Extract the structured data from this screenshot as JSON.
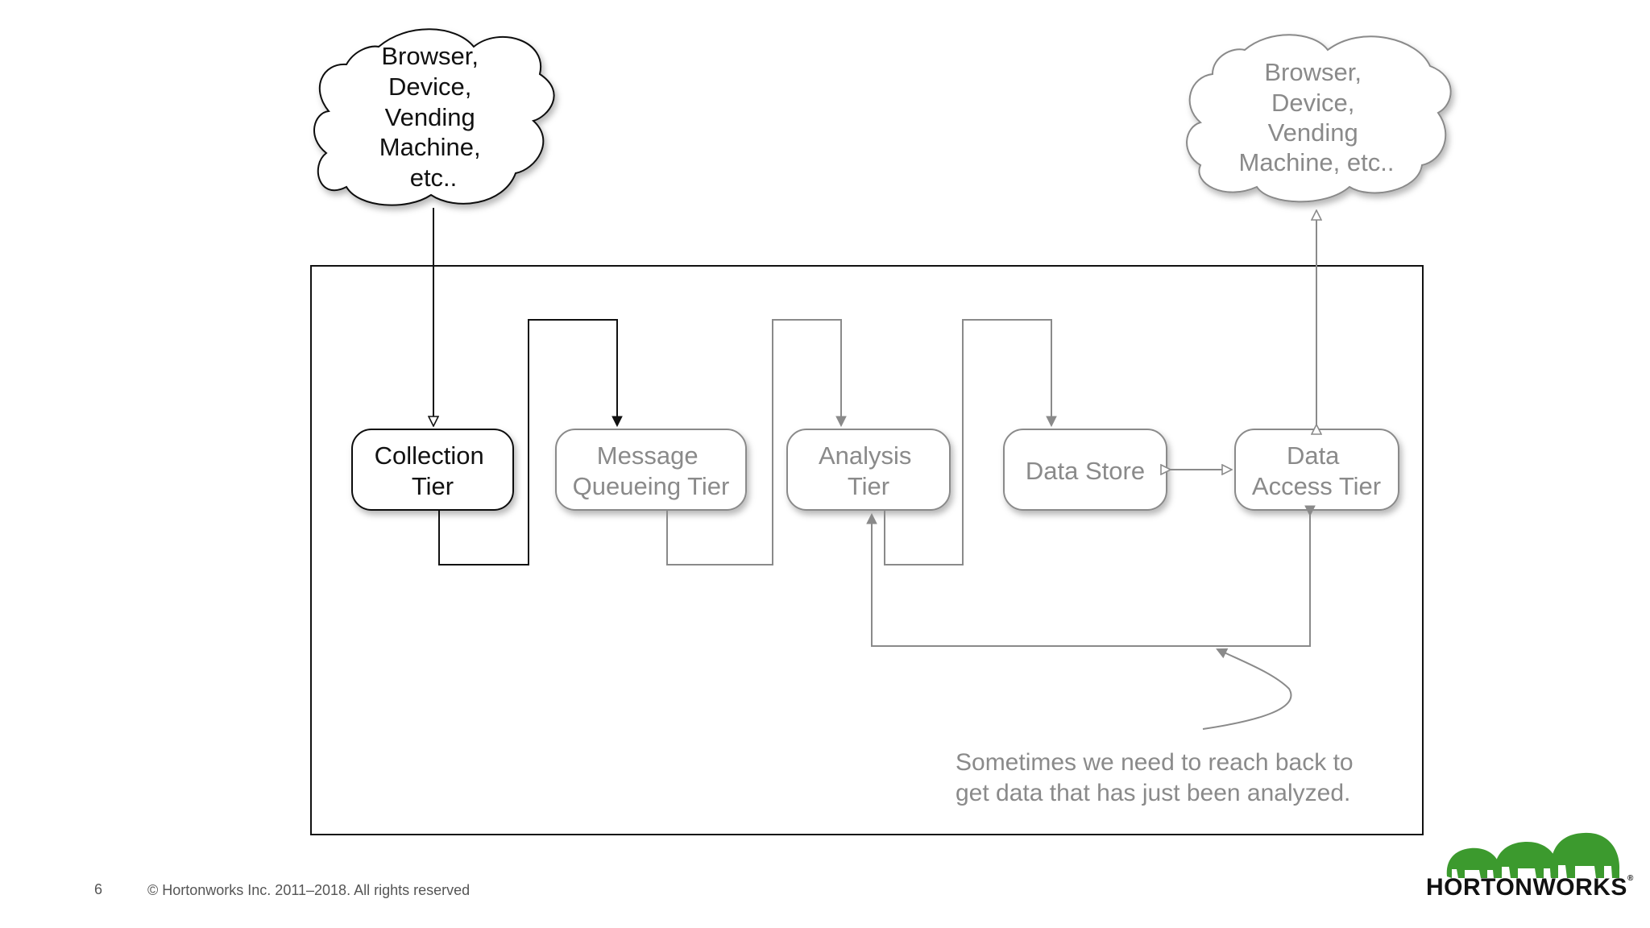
{
  "diagram": {
    "source_cloud": {
      "lines": [
        "Browser,",
        "Device,",
        "Vending",
        "Machine,",
        "etc.."
      ]
    },
    "target_cloud": {
      "lines": [
        "Browser,",
        "Device,",
        "Vending",
        "Machine, etc.."
      ]
    },
    "tiers": [
      {
        "id": "collection",
        "lines": [
          "Collection",
          "Tier"
        ],
        "highlighted": true
      },
      {
        "id": "message-queueing",
        "lines": [
          "Message",
          "Queueing Tier"
        ],
        "highlighted": false
      },
      {
        "id": "analysis",
        "lines": [
          "Analysis",
          "Tier"
        ],
        "highlighted": false
      },
      {
        "id": "data-store",
        "lines": [
          "Data Store"
        ],
        "highlighted": false
      },
      {
        "id": "data-access",
        "lines": [
          "Data",
          "Access Tier"
        ],
        "highlighted": false
      }
    ],
    "annotation": {
      "lines": [
        "Sometimes we need to reach back to",
        "get data that has just been analyzed."
      ]
    }
  },
  "footer": {
    "page_number": "6",
    "copyright": "© Hortonworks Inc. 2011–2018. All rights reserved"
  },
  "logo": {
    "wordmark": "HORTONWORKS",
    "registered_mark": "®",
    "color": "#3c9a2e"
  },
  "colors": {
    "active": "#111111",
    "inactive": "#8a8a8a",
    "brand_green": "#3c9a2e"
  }
}
